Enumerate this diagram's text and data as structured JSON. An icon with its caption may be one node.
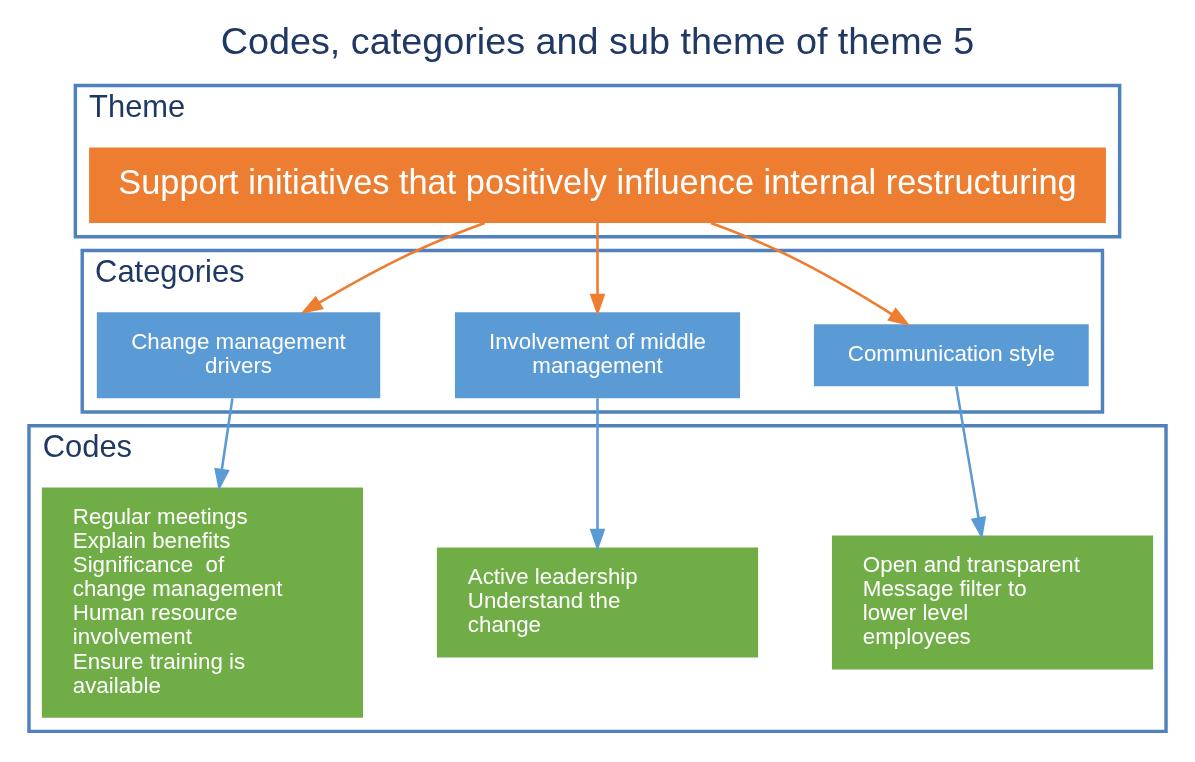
{
  "diagram": {
    "title": "Codes, categories and sub theme of theme 5",
    "nodes": [
      {
        "text": [
          "Theme"
        ]
      },
      {
        "text": [
          "Support initiatives that positively influence internal restructuring"
        ],
        "in": 0
      },
      {
        "text": [
          "Categories"
        ]
      },
      {
        "text": [
          "Communication style"
        ],
        "in": 2
      },
      {
        "text": [
          "Involvement of middle management"
        ],
        "in": 2
      },
      {
        "text": [
          "Change management drivers"
        ],
        "in": 2
      },
      {
        "text": [
          "Codes"
        ]
      },
      {
        "text": [
          "Open and transparent",
          "Message filter to lower level employees"
        ],
        "in": 6
      },
      {
        "text": [
          "Active leadership",
          "Understand the change"
        ],
        "in": 6
      },
      {
        "text": [
          "Regular meetings",
          "Explain benefits",
          "Significance  of change management",
          "Human resource involvement",
          "Ensure training is available"
        ],
        "in": 6
      }
    ],
    "edges": [
      {
        "from": 1,
        "to": 3,
        "arrow": "to",
        "color": "#ed7d31"
      },
      {
        "from": 1,
        "to": 4,
        "arrow": "to",
        "color": "#ed7d31"
      },
      {
        "from": 1,
        "to": 5,
        "arrow": "to",
        "color": "#ed7d31"
      },
      {
        "from": 3,
        "to": 7,
        "arrow": "to",
        "color": "#5b9bd5"
      },
      {
        "from": 4,
        "to": 8,
        "arrow": "to",
        "color": "#5b9bd5"
      },
      {
        "from": 5,
        "to": 9,
        "arrow": "to",
        "color": "#5b9bd5"
      }
    ]
  }
}
